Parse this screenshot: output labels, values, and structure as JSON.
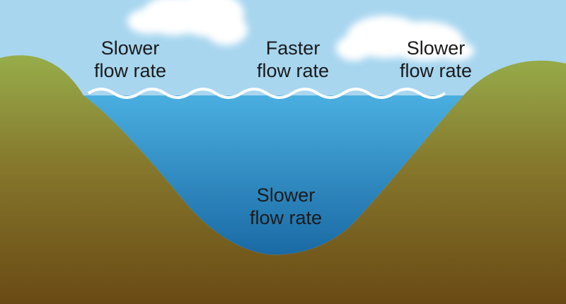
{
  "labels": {
    "top_left": {
      "line1": "Slower",
      "line2": "flow rate"
    },
    "top_center": {
      "line1": "Faster",
      "line2": "flow rate"
    },
    "top_right": {
      "line1": "Slower",
      "line2": "flow rate"
    },
    "bottom": {
      "line1": "Slower",
      "line2": "flow rate"
    }
  },
  "colors": {
    "sky": "#a8d6ef",
    "cloud": "#ffffff",
    "water_top": "#4aaee0",
    "water_bottom": "#1a6aa4",
    "ground_top": "#97ad4a",
    "ground_bottom": "#6a4a14",
    "wave_line": "#ffffff"
  }
}
